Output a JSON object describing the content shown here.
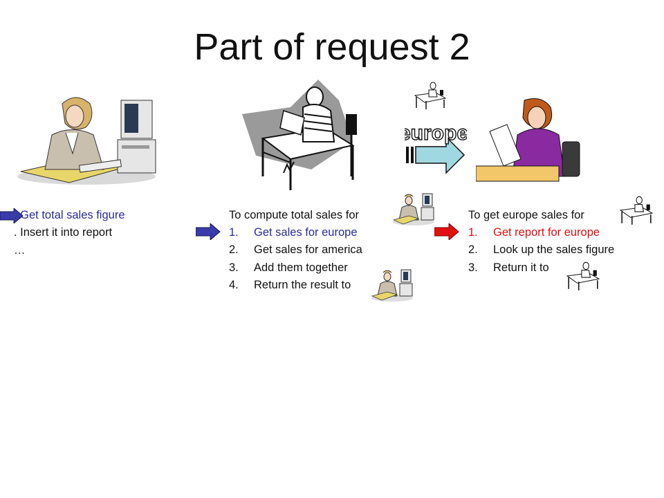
{
  "slide": {
    "title": "Part of request 2"
  },
  "panel_left": {
    "lines": [
      ". Get total sales figure",
      ". Insert it into report",
      "…"
    ]
  },
  "panel_middle": {
    "heading": "To compute total sales for",
    "items": [
      {
        "num": "1.",
        "text": "Get sales for europe"
      },
      {
        "num": "2.",
        "text": "Get sales for america"
      },
      {
        "num": "3.",
        "text": "Add them together"
      },
      {
        "num": "4.",
        "text": "Return the result to"
      }
    ]
  },
  "panel_right": {
    "heading": "To get europe sales for",
    "items": [
      {
        "num": "1.",
        "text": "Get report for europe"
      },
      {
        "num": "2.",
        "text": "Look up the sales figure"
      },
      {
        "num": "3.",
        "text": "Return it to"
      }
    ]
  },
  "clipart": {
    "big_arrow_label": "europe"
  },
  "colors": {
    "current_step_blue": "#2b2b9a",
    "current_step_red": "#e01010",
    "arrow_fill": "#9fd8e0"
  }
}
